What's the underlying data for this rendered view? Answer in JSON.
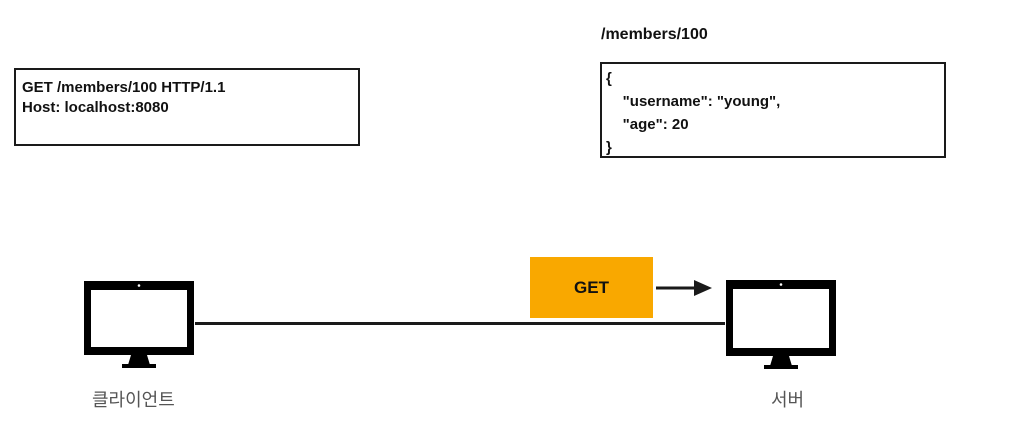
{
  "request": {
    "line1": "GET /members/100 HTTP/1.1",
    "line2": "Host: localhost:8080"
  },
  "response": {
    "title": "/members/100",
    "lines": [
      "{",
      "    \"username\": \"young\",",
      "    \"age\": 20",
      "}"
    ]
  },
  "method_badge": {
    "label": "GET",
    "color": "#f9a800"
  },
  "client": {
    "label": "클라이언트",
    "icon": "monitor-icon"
  },
  "server": {
    "label": "서버",
    "icon": "monitor-icon"
  }
}
